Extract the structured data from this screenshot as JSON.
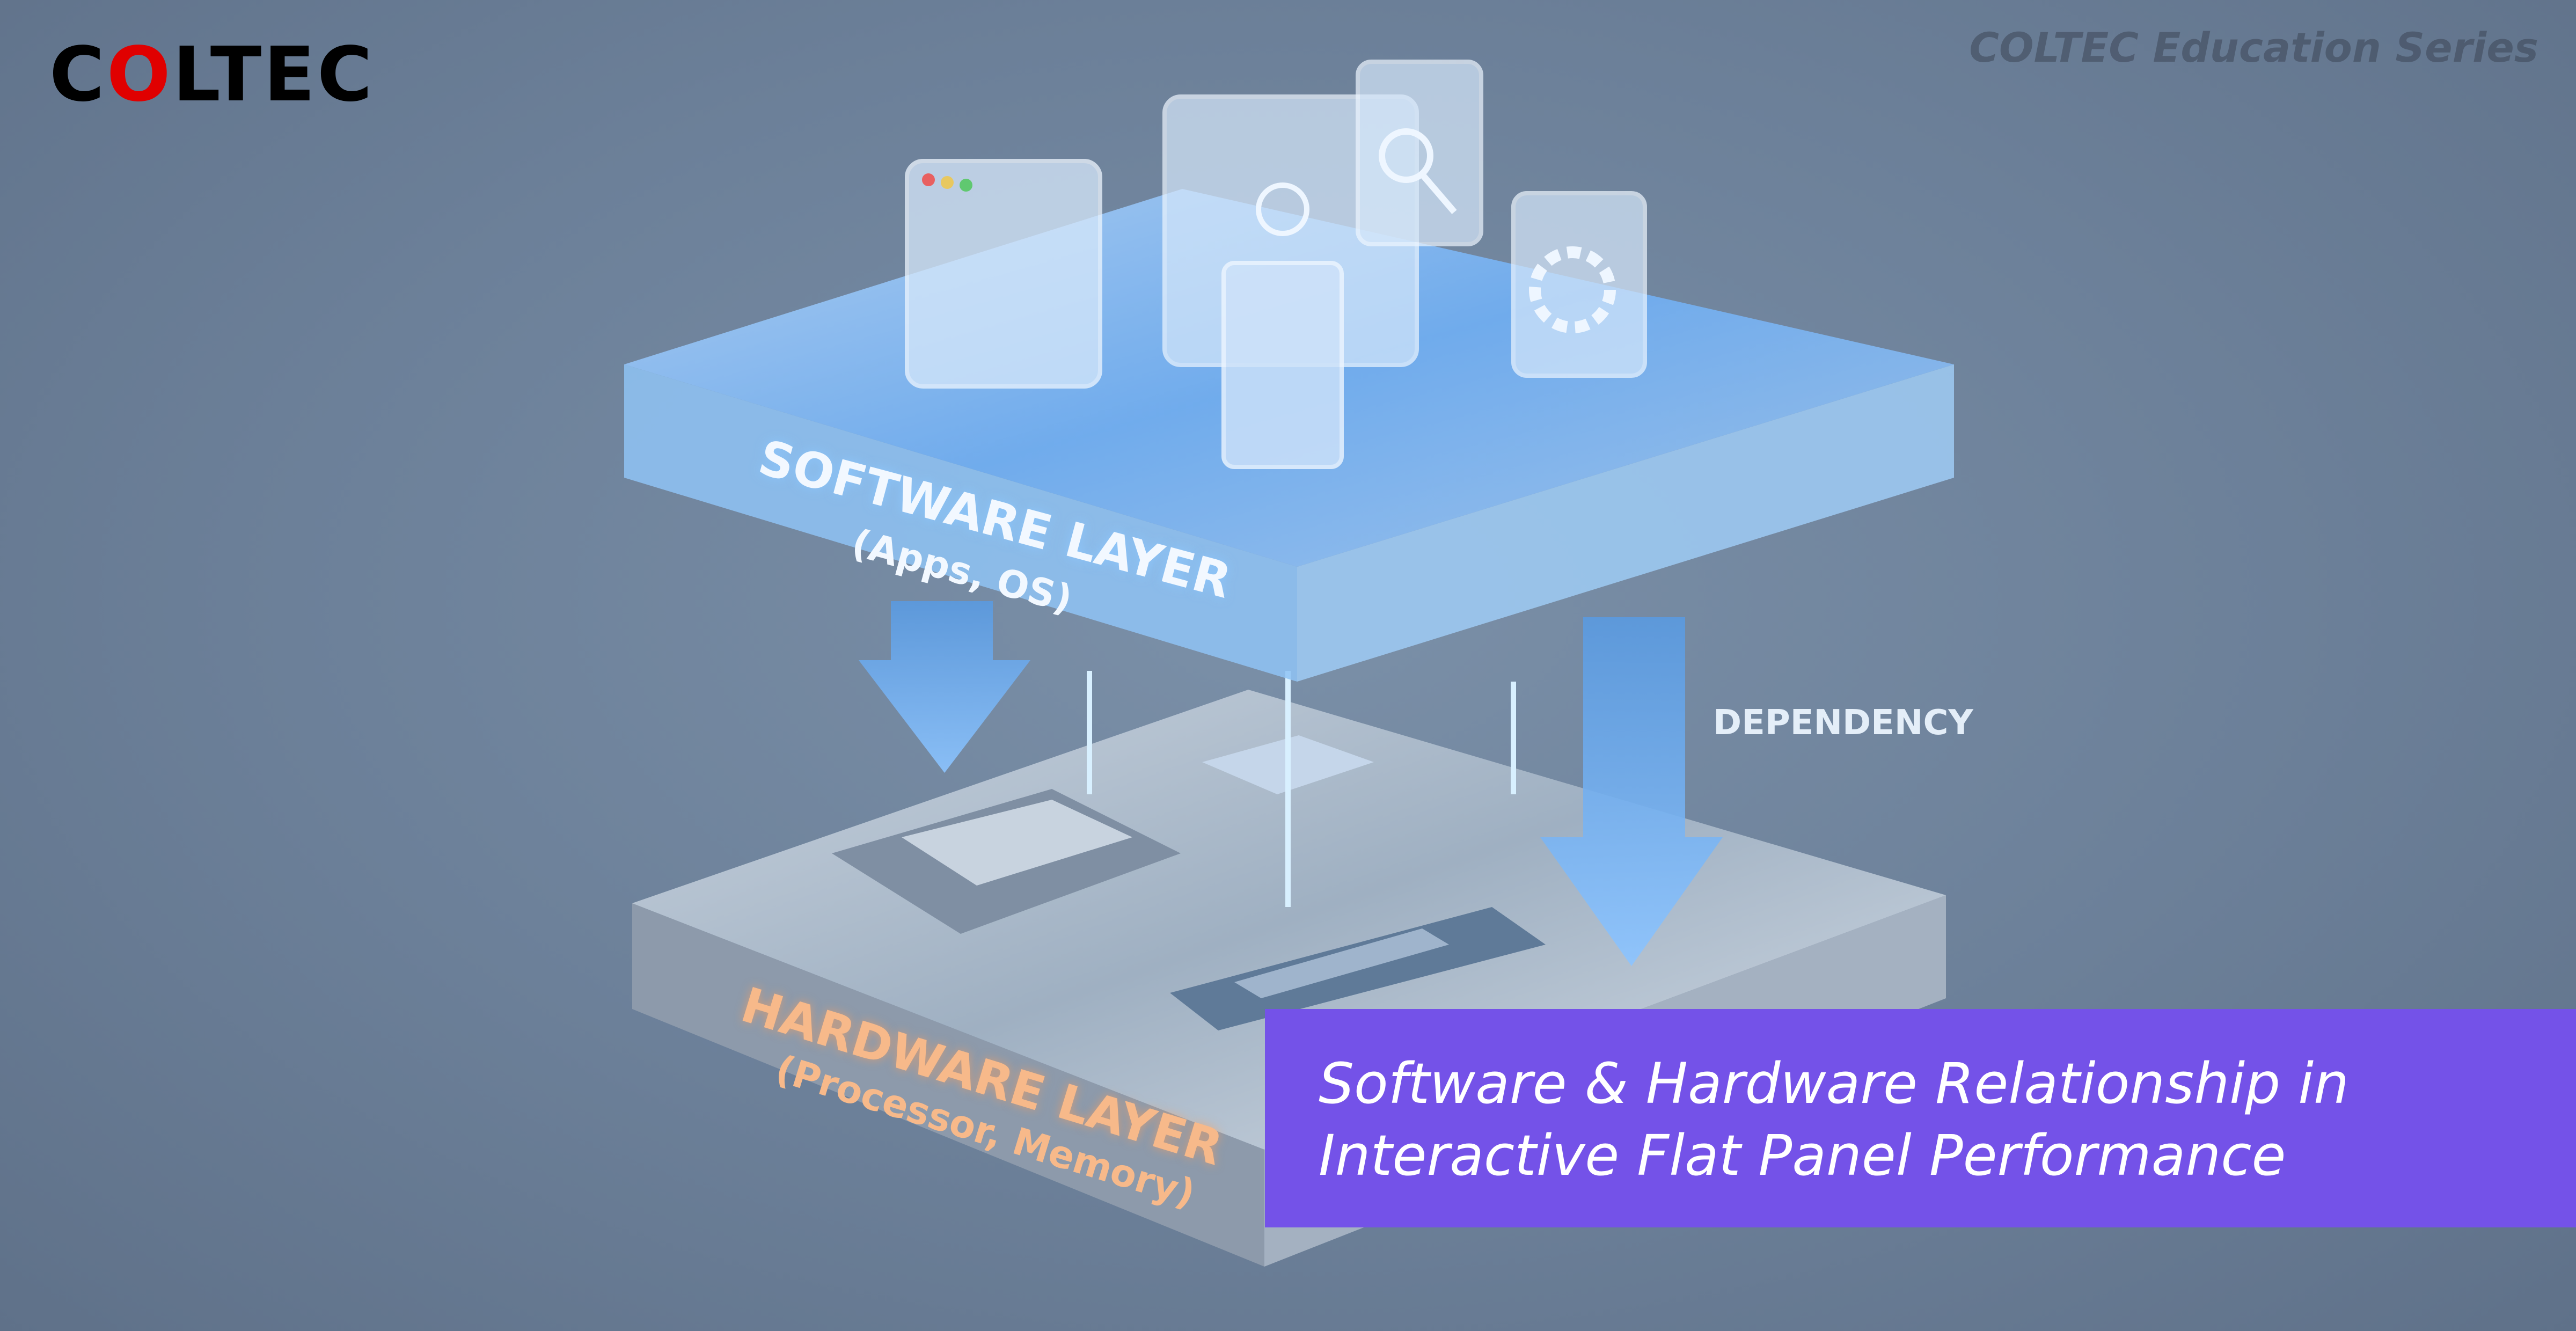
{
  "brand": {
    "logo_text": "COLTEC",
    "logo_accent": "#e00000"
  },
  "header": {
    "series": "COLTEC Education Series"
  },
  "illustration": {
    "software_layer": {
      "title": "SOFTWARE LAYER",
      "subtitle": "(Apps, OS)"
    },
    "hardware_layer": {
      "title": "HARDWARE LAYER",
      "subtitle": "(Processor, Memory)"
    },
    "dependency_label": "DEPENDENCY",
    "icons": [
      "browser-window-icon",
      "user-profile-icon",
      "search-icon",
      "document-icon",
      "gear-icon",
      "processor-chip-icon",
      "memory-module-icon"
    ]
  },
  "banner": {
    "line1": "Software & Hardware Relationship in",
    "line2": "Interactive Flat Panel Performance",
    "color": "#7452e8"
  }
}
